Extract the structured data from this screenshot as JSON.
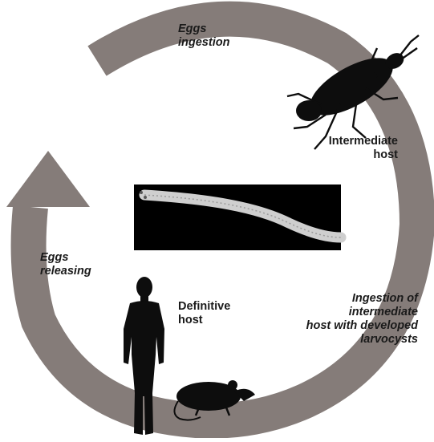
{
  "colors": {
    "cycle_arrow": "#857c79",
    "silhouette": "#0d0d0d",
    "micrograph_bg": "#000000",
    "worm": "#cfcfcf",
    "text": "#1a1a1a"
  },
  "icons": [
    "beetle-icon",
    "human-icon",
    "rat-icon",
    "worm-micrograph"
  ],
  "labels": {
    "eggs_ingestion": [
      "Eggs",
      "ingestion"
    ],
    "intermediate_host": [
      "Intermediate",
      "host"
    ],
    "eggs_releasing": [
      "Eggs",
      "releasing"
    ],
    "definitive_host": [
      "Definitive",
      "host"
    ],
    "ingestion_of_host": [
      "Ingestion of",
      "intermediate",
      "host with developed",
      "larvocysts"
    ]
  }
}
